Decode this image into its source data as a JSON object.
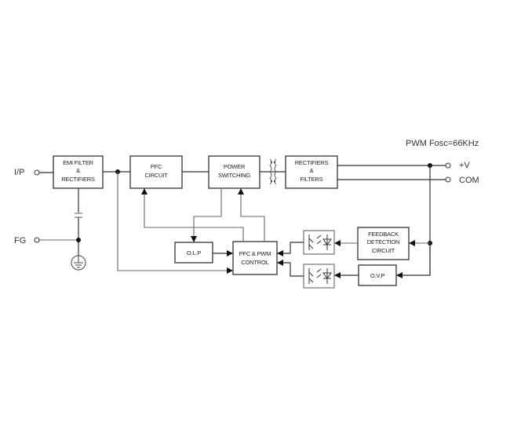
{
  "diagram": {
    "note": "PWM Fosc=66KHz",
    "terminals": {
      "input": "I/P",
      "frame_ground": "FG",
      "positive_output": "+V",
      "common": "COM"
    },
    "blocks": {
      "emi": [
        "EMI FILTER",
        "&",
        "RECTIFIERS"
      ],
      "pfc": [
        "PFC",
        "CIRCUIT"
      ],
      "power_switching": [
        "POWER",
        "SWITCHING"
      ],
      "rectifiers_filters": [
        "RECTIFIERS",
        "&",
        "FILTERS"
      ],
      "olp": [
        "O.L.P"
      ],
      "pfc_pwm_control": [
        "PFC & PWM",
        "CONTROL"
      ],
      "feedback": [
        "FEEDBACK",
        "DETECTION",
        "CIRCUIT"
      ],
      "ovp": [
        "O.V.P"
      ]
    }
  }
}
